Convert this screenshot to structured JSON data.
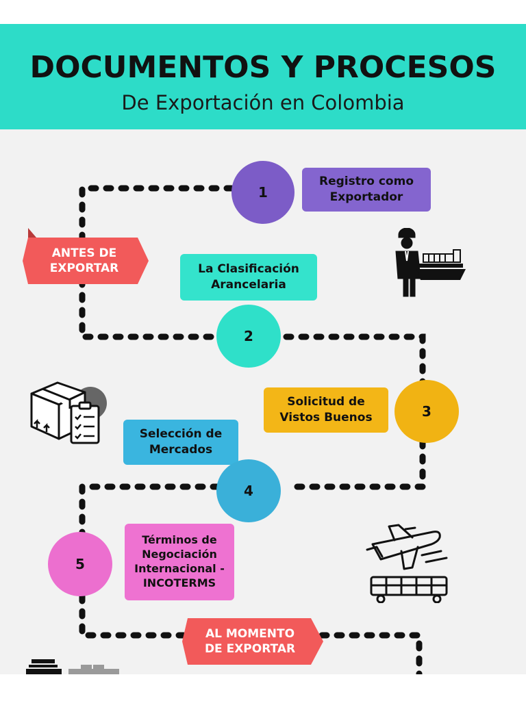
{
  "header": {
    "title": "DOCUMENTOS Y PROCESOS",
    "subtitle": "De Exportación en Colombia"
  },
  "phases": {
    "before": "ANTES DE\nEXPORTAR",
    "during": "AL MOMENTO\nDE EXPORTAR"
  },
  "steps": [
    {
      "number": "1",
      "label": "Registro como\nExportador",
      "color": "#7c5cc7",
      "label_color": "#8465cf"
    },
    {
      "number": "2",
      "label": "La Clasificación\nArancelaria",
      "color": "#2fe0c9",
      "label_color": "#34e3cc"
    },
    {
      "number": "3",
      "label": "Solicitud de\nVistos Buenos",
      "color": "#f1b313",
      "label_color": "#f3b617"
    },
    {
      "number": "4",
      "label": "Selección de\nMercados",
      "color": "#3ab0d9",
      "label_color": "#3ab5df"
    },
    {
      "number": "5",
      "label": "Términos de\nNegociación\nInternacional -\nINCOTERMS",
      "color": "#ec6fcf",
      "label_color": "#ee72d1"
    }
  ],
  "colors": {
    "header": "#2ddcc8",
    "phase_tag": "#f25a5a",
    "path": "#111111"
  },
  "icons": [
    "exporter-ship-icon",
    "box-checklist-icon",
    "airplane-cargo-icon",
    "cargo-ship-icon",
    "containers-icon"
  ]
}
